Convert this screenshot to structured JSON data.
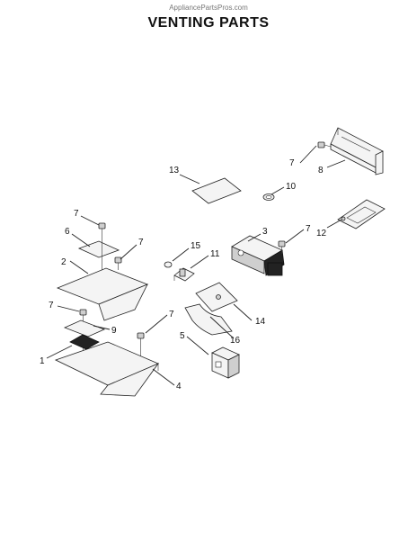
{
  "header": {
    "watermark": "AppliancePartsPros.com",
    "title": "VENTING PARTS"
  },
  "callouts": [
    {
      "id": "c1",
      "label": "1"
    },
    {
      "id": "c2",
      "label": "2"
    },
    {
      "id": "c3",
      "label": "3"
    },
    {
      "id": "c4",
      "label": "4"
    },
    {
      "id": "c5",
      "label": "5"
    },
    {
      "id": "c6",
      "label": "6"
    },
    {
      "id": "c7a",
      "label": "7"
    },
    {
      "id": "c7b",
      "label": "7"
    },
    {
      "id": "c7c",
      "label": "7"
    },
    {
      "id": "c7d",
      "label": "7"
    },
    {
      "id": "c7e",
      "label": "7"
    },
    {
      "id": "c7f",
      "label": "7"
    },
    {
      "id": "c8",
      "label": "8"
    },
    {
      "id": "c9",
      "label": "9"
    },
    {
      "id": "c10",
      "label": "10"
    },
    {
      "id": "c11",
      "label": "11"
    },
    {
      "id": "c12",
      "label": "12"
    },
    {
      "id": "c13",
      "label": "13"
    },
    {
      "id": "c14",
      "label": "14"
    },
    {
      "id": "c15",
      "label": "15"
    },
    {
      "id": "c16",
      "label": "16"
    }
  ]
}
